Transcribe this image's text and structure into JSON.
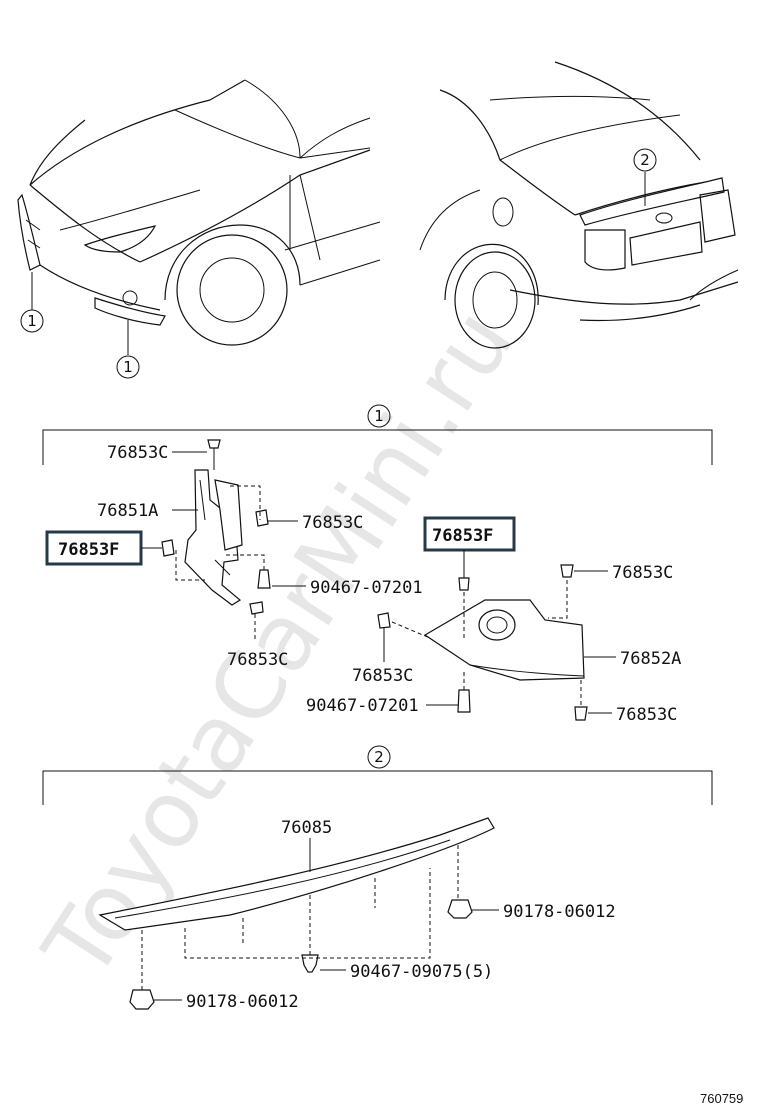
{
  "watermark": "ToyotaCarMini.ru",
  "diagram_code": "760759",
  "callouts": {
    "top_front_left": "1",
    "top_front_bottom": "1",
    "top_rear": "2",
    "section1": "1",
    "section2": "2"
  },
  "section1_labels": {
    "clip_top": "76853C",
    "left_part": "76851A",
    "clip_right_upper": "76853C",
    "highlight_left": "76853F",
    "highlight_right": "76853F",
    "screw_mid": "90467-07201",
    "clip_bottom_left": "76853C",
    "clip_mid": "76853C",
    "screw_bottom": "90467-07201",
    "clip_right_top": "76853C",
    "right_part": "76852A",
    "clip_right_bottom": "76853C"
  },
  "section2_labels": {
    "spoiler": "76085",
    "nut_right": "90178-06012",
    "clip_center": "90467-09075(5)",
    "nut_left": "90178-06012"
  }
}
